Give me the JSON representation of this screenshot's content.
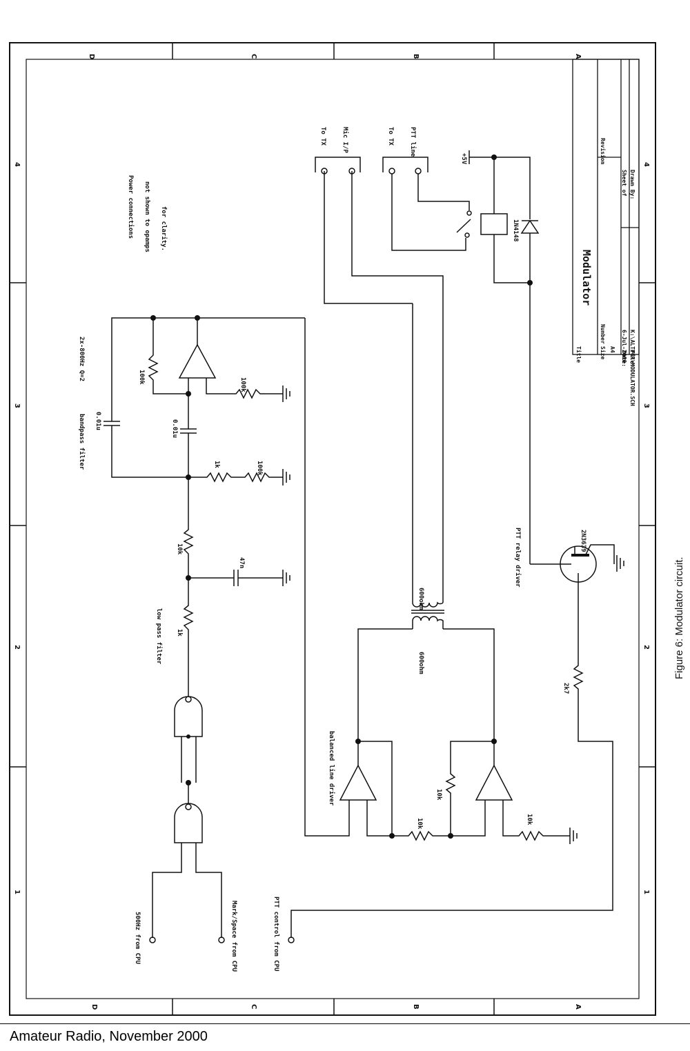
{
  "caption": "Figure 6: Modulator circuit.",
  "footer": "Amateur Radio, November 2000",
  "zone_letters": [
    "D",
    "C",
    "B",
    "A"
  ],
  "zone_numbers": [
    "1",
    "2",
    "3",
    "4"
  ],
  "title_block": {
    "title_label": "Title",
    "title_value": "Modulator",
    "size_label": "Size",
    "size_value": "A4",
    "number_label": "Number",
    "revision_label": "Revision",
    "date_label": "Date:",
    "date_value": "6-Jul-2000",
    "file_label": "File:",
    "file_value": "K:\\ALTPCH\\MODULATOR.SCH",
    "sheet_label": "Sheet of",
    "drawn_label": "Drawn By:"
  },
  "notes": {
    "power_1": "Power connections",
    "power_2": "not shown to opamps",
    "power_3": "for clarity.",
    "bandpass": "bandpass filter",
    "bandpass_freq": "2x-800Hz Q=2",
    "lowpass": "low pass filter",
    "balanced": "balanced line driver",
    "ptt_driver": "PTT relay driver"
  },
  "components": {
    "r_lp1": "1k",
    "r_lp2": "10k",
    "c_lp": "47n",
    "r_bp1": "1k",
    "r_bp2": "100k",
    "r_bp_fb": "100k",
    "r_bp_gnd": "100k",
    "c_bp1": "0.01u",
    "c_bp2": "0.01u",
    "r_bal1": "10k",
    "r_bal2": "10k",
    "r_bal3": "10k",
    "r_base": "2k7",
    "transistor": "2N3639",
    "diode": "1N4148",
    "xfmr_primary": "600ohm",
    "xfmr_secondary": "600ohm",
    "supply": "+5V"
  },
  "connectors": {
    "tx_mic_1": "To TX",
    "tx_mic_2": "Mic I/P",
    "tx_ptt_1": "To TX",
    "tx_ptt_2": "PTT line"
  },
  "inputs": {
    "in1": "500Hz from CPU",
    "in2": "Mark/Space from CPU",
    "in3": "PTT control from CPU"
  }
}
